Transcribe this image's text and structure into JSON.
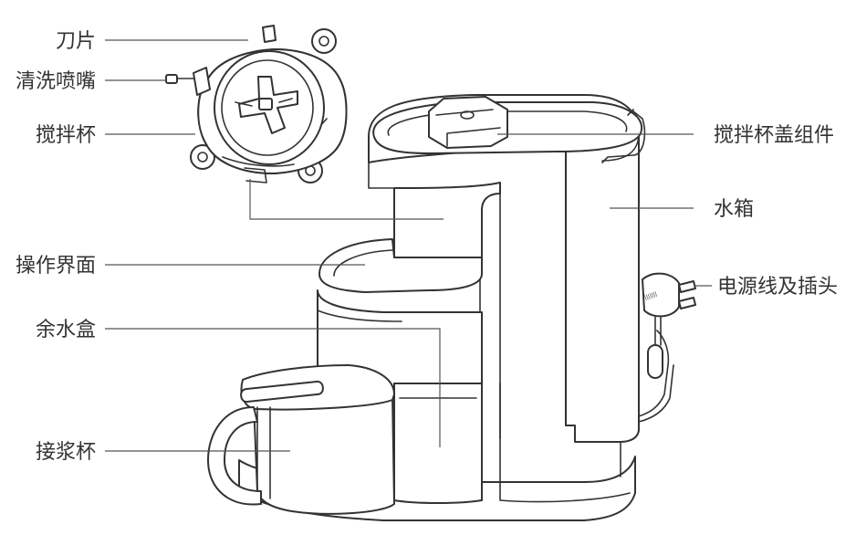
{
  "labels": {
    "blade": "刀片",
    "nozzle": "清洗喷嘴",
    "jar": "搅拌杯",
    "jar_lid": "搅拌杯盖组件",
    "water_tank": "水箱",
    "control_panel": "操作界面",
    "power_cord": "电源线及插头",
    "residue_box": "余水盒",
    "milk_cup": "接浆杯"
  }
}
